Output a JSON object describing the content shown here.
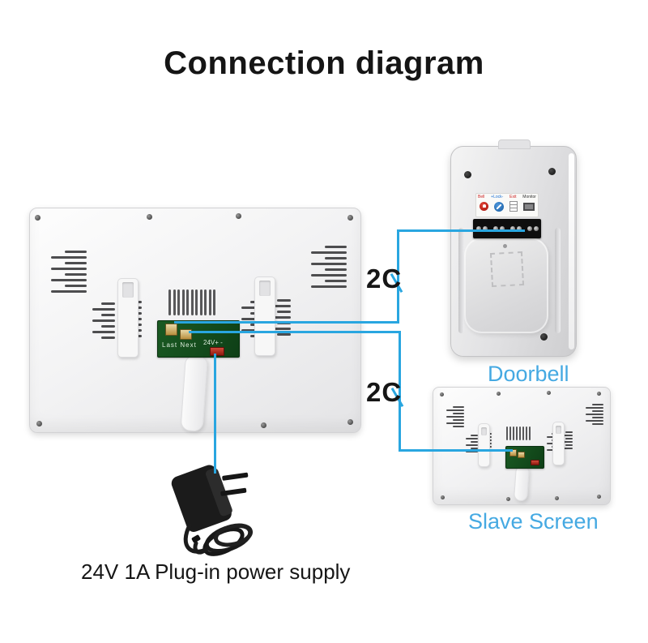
{
  "title": "Connection diagram",
  "devices": {
    "main_monitor": {
      "pcb": {
        "ports_label": "Last Next",
        "power_label": "24V+  -"
      }
    },
    "doorbell": {
      "label": "Doorbell",
      "panel": {
        "bell": "Bell",
        "lock": "+Lock-",
        "exit": "Exit",
        "monitor": "Monitor"
      }
    },
    "slave_screen": {
      "label": "Slave Screen"
    },
    "power_supply": {
      "label": "24V 1A Plug-in power supply"
    }
  },
  "wires": {
    "doorbell_wire_label": "2C",
    "slave_wire_label": "2C",
    "wire_color": "#29a6e0"
  },
  "colors": {
    "device_label_blue": "#45a9e2",
    "pcb_green": "#14521d",
    "title_text": "#151515"
  }
}
